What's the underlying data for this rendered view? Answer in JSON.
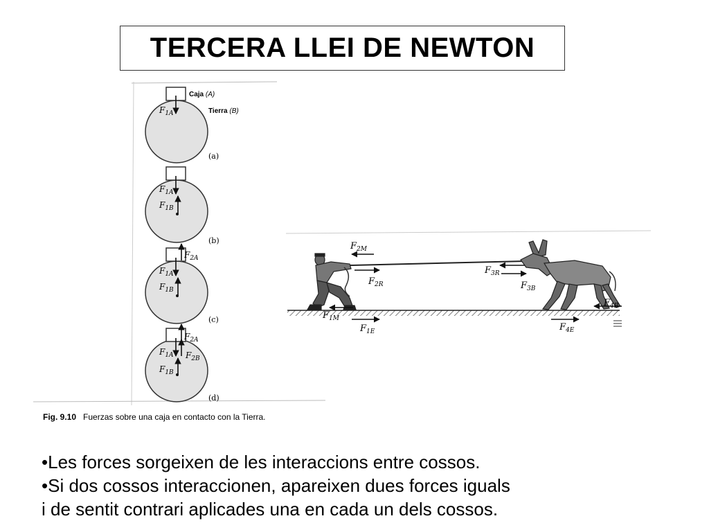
{
  "slide": {
    "title": "TERCERA LLEI DE NEWTON",
    "bullets": [
      "•Les forces sorgeixen de les interaccions entre cossos.",
      "•Si dos cossos interaccionen, apareixen dues forces iguals",
      "i de sentit contrari aplicades una en cada un dels cossos."
    ]
  },
  "figure_left": {
    "label_box": "Caja",
    "label_box_tag": "(A)",
    "label_earth": "Tierra",
    "label_earth_tag": "(B)",
    "panels": [
      "(a)",
      "(b)",
      "(c)",
      "(d)"
    ],
    "forces": {
      "f1a": "F",
      "f1a_sub": "1A",
      "f1b": "F",
      "f1b_sub": "1B",
      "f2a": "F",
      "f2a_sub": "2A",
      "f2b": "F",
      "f2b_sub": "2B"
    },
    "caption_num": "Fig. 9.10",
    "caption_text": "Fuerzas sobre una caja en contacto con la Tierra."
  },
  "figure_right": {
    "forces": {
      "f2m": "F",
      "f2m_sub": "2M",
      "f2r": "F",
      "f2r_sub": "2R",
      "f3r": "F",
      "f3r_sub": "3R",
      "f3b": "F",
      "f3b_sub": "3B",
      "f4b": "F",
      "f4b_sub": "4B",
      "f1m": "F",
      "f1m_sub": "1M",
      "f1e": "F",
      "f1e_sub": "1E",
      "f4e": "F",
      "f4e_sub": "4E"
    }
  }
}
